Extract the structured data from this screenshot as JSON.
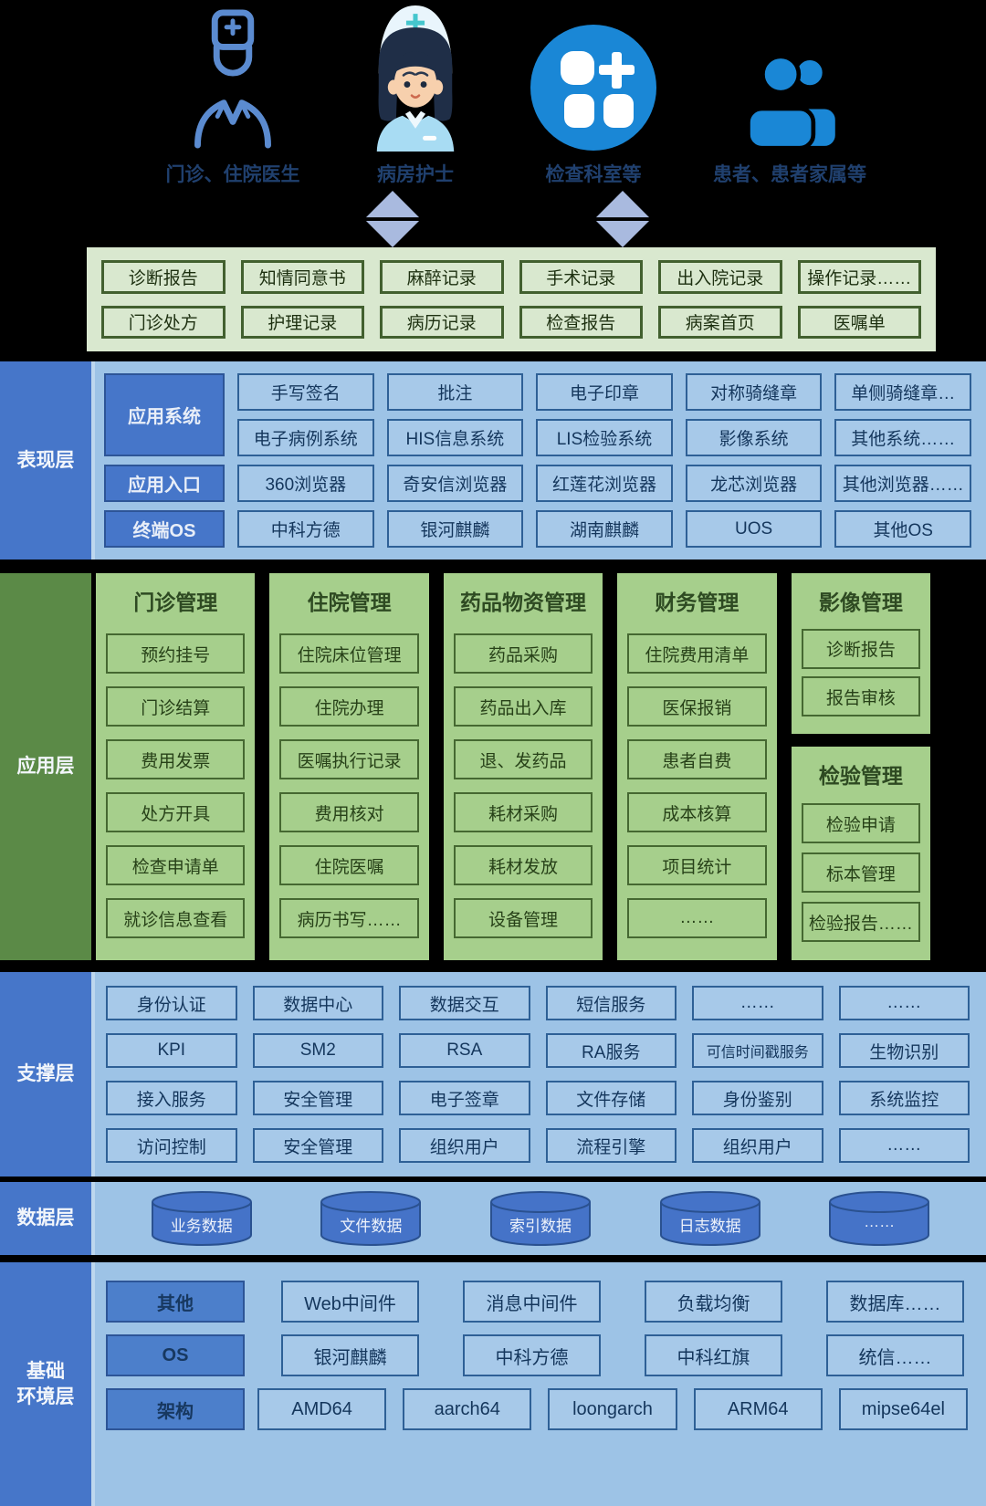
{
  "colors": {
    "background": "#000000",
    "blue_sidebar": "#4676c9",
    "blue_panel": "#9dc3e6",
    "blue_cell_border": "#2e6096",
    "blue_dark_text": "#14365c",
    "green_sidebar": "#5b8a47",
    "green_panel": "#a6cf8c",
    "green_dark_text": "#2b4520",
    "doc_panel_bg": "#d9e8cf",
    "doc_border": "#42602f",
    "icon_blue": "#1a87d6",
    "doctor_outline_blue": "#5b8bd0",
    "arrow_blue": "#a9badf"
  },
  "actors": [
    {
      "icon": "doctor-icon",
      "label": "门诊、住院医生"
    },
    {
      "icon": "nurse-icon",
      "label": "病房护士"
    },
    {
      "icon": "department-icon",
      "label": "检查科室等"
    },
    {
      "icon": "patients-icon",
      "label": "患者、患者家属等"
    }
  ],
  "documents": {
    "rows": [
      [
        "诊断报告",
        "知情同意书",
        "麻醉记录",
        "手术记录",
        "出入院记录",
        "操作记录……"
      ],
      [
        "门诊处方",
        "护理记录",
        "病历记录",
        "检查报告",
        "病案首页",
        "医嘱单"
      ]
    ]
  },
  "presentation_layer": {
    "title": "表现层",
    "groups": [
      {
        "label": "应用系统",
        "rows": [
          [
            "手写签名",
            "批注",
            "电子印章",
            "对称骑缝章",
            "单侧骑缝章…"
          ],
          [
            "电子病例系统",
            "HIS信息系统",
            "LIS检验系统",
            "影像系统",
            "其他系统……"
          ]
        ]
      },
      {
        "label": "应用入口",
        "rows": [
          [
            "360浏览器",
            "奇安信浏览器",
            "红莲花浏览器",
            "龙芯浏览器",
            "其他浏览器……"
          ]
        ]
      },
      {
        "label": "终端OS",
        "rows": [
          [
            "中科方德",
            "银河麒麟",
            "湖南麒麟",
            "UOS",
            "其他OS"
          ]
        ]
      }
    ]
  },
  "application_layer": {
    "title": "应用层",
    "columns": [
      {
        "title": "门诊管理",
        "items": [
          "预约挂号",
          "门诊结算",
          "费用发票",
          "处方开具",
          "检查申请单",
          "就诊信息查看"
        ]
      },
      {
        "title": "住院管理",
        "items": [
          "住院床位管理",
          "住院办理",
          "医嘱执行记录",
          "费用核对",
          "住院医嘱",
          "病历书写……"
        ]
      },
      {
        "title": "药品物资管理",
        "items": [
          "药品采购",
          "药品出入库",
          "退、发药品",
          "耗材采购",
          "耗材发放",
          "设备管理"
        ]
      },
      {
        "title": "财务管理",
        "items": [
          "住院费用清单",
          "医保报销",
          "患者自费",
          "成本核算",
          "项目统计",
          "……"
        ]
      }
    ],
    "side_blocks": [
      {
        "title": "影像管理",
        "items": [
          "诊断报告",
          "报告审核"
        ]
      },
      {
        "title": "检验管理",
        "items": [
          "检验申请",
          "标本管理",
          "检验报告……"
        ]
      }
    ]
  },
  "support_layer": {
    "title": "支撑层",
    "rows": [
      [
        "身份认证",
        "数据中心",
        "数据交互",
        "短信服务",
        "……",
        "……"
      ],
      [
        "KPI",
        "SM2",
        "RSA",
        "RA服务",
        "可信时间戳服务",
        "生物识别"
      ],
      [
        "接入服务",
        "安全管理",
        "电子签章",
        "文件存储",
        "身份鉴别",
        "系统监控"
      ],
      [
        "访问控制",
        "安全管理",
        "组织用户",
        "流程引擎",
        "组织用户",
        "……"
      ]
    ]
  },
  "data_layer": {
    "title": "数据层",
    "stores": [
      "业务数据",
      "文件数据",
      "索引数据",
      "日志数据",
      "……"
    ]
  },
  "infrastructure_layer": {
    "title_line1": "基础",
    "title_line2": "环境层",
    "rows": [
      {
        "label": "其他",
        "items": [
          "Web中间件",
          "消息中间件",
          "负载均衡",
          "数据库……"
        ]
      },
      {
        "label": "OS",
        "items": [
          "银河麒麟",
          "中科方德",
          "中科红旗",
          "统信……"
        ]
      },
      {
        "label": "架构",
        "items": [
          "AMD64",
          "aarch64",
          "loongarch",
          "ARM64",
          "mipse64el"
        ]
      }
    ]
  }
}
